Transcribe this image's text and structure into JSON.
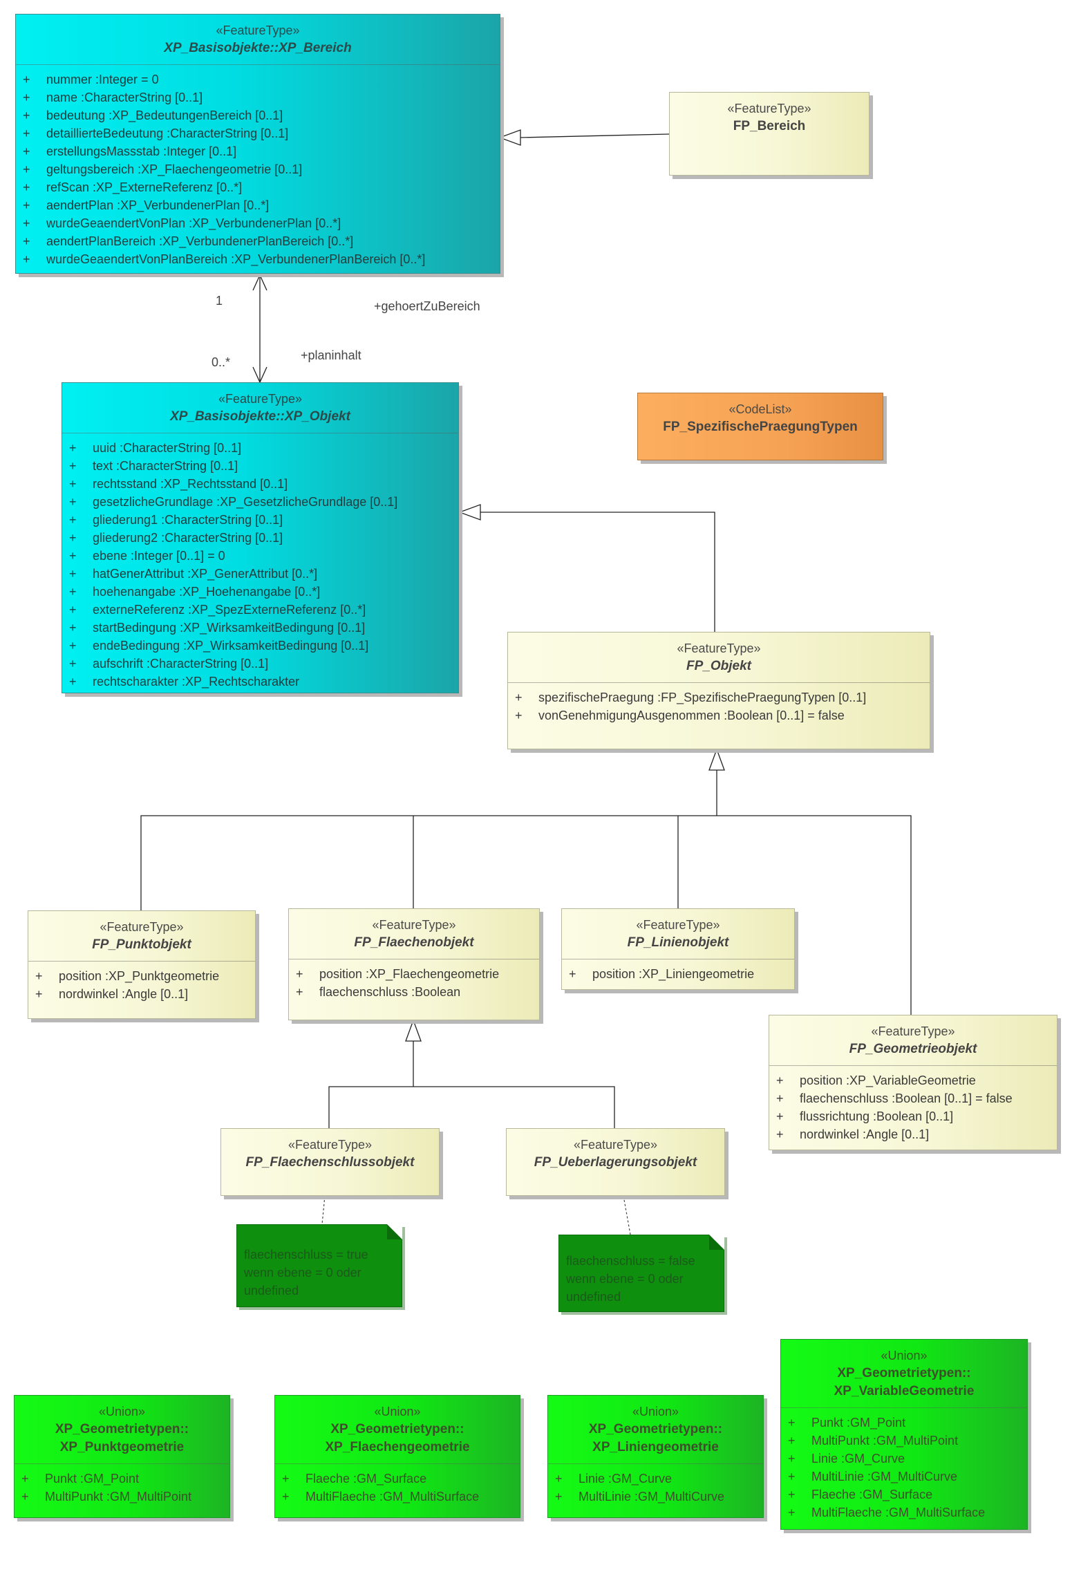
{
  "classes": {
    "xp_bereich": {
      "stereotype": "«FeatureType»",
      "name": "XP_Basisobjekte::XP_Bereich",
      "attributes": [
        {
          "vis": "+",
          "text": "nummer  :Integer = 0"
        },
        {
          "vis": "+",
          "text": "name  :CharacterString [0..1]"
        },
        {
          "vis": "+",
          "text": "bedeutung  :XP_BedeutungenBereich [0..1]"
        },
        {
          "vis": "+",
          "text": "detaillierteBedeutung  :CharacterString [0..1]"
        },
        {
          "vis": "+",
          "text": "erstellungsMassstab  :Integer [0..1]"
        },
        {
          "vis": "+",
          "text": "geltungsbereich  :XP_Flaechengeometrie [0..1]"
        },
        {
          "vis": "+",
          "text": "refScan  :XP_ExterneReferenz [0..*]"
        },
        {
          "vis": "+",
          "text": "aendertPlan  :XP_VerbundenerPlan [0..*]"
        },
        {
          "vis": "+",
          "text": "wurdeGeaendertVonPlan  :XP_VerbundenerPlan [0..*]"
        },
        {
          "vis": "+",
          "text": "aendertPlanBereich  :XP_VerbundenerPlanBereich [0..*]"
        },
        {
          "vis": "+",
          "text": "wurdeGeaendertVonPlanBereich  :XP_VerbundenerPlanBereich [0..*]"
        }
      ]
    },
    "fp_bereich": {
      "stereotype": "«FeatureType»",
      "name": "FP_Bereich"
    },
    "xp_objekt": {
      "stereotype": "«FeatureType»",
      "name": "XP_Basisobjekte::XP_Objekt",
      "attributes": [
        {
          "vis": "+",
          "text": "uuid  :CharacterString [0..1]"
        },
        {
          "vis": "+",
          "text": "text  :CharacterString [0..1]"
        },
        {
          "vis": "+",
          "text": "rechtsstand  :XP_Rechtsstand [0..1]"
        },
        {
          "vis": "+",
          "text": "gesetzlicheGrundlage  :XP_GesetzlicheGrundlage [0..1]"
        },
        {
          "vis": "+",
          "text": "gliederung1  :CharacterString [0..1]"
        },
        {
          "vis": "+",
          "text": "gliederung2  :CharacterString [0..1]"
        },
        {
          "vis": "+",
          "text": "ebene  :Integer [0..1] = 0"
        },
        {
          "vis": "+",
          "text": "hatGenerAttribut  :XP_GenerAttribut [0..*]"
        },
        {
          "vis": "+",
          "text": "hoehenangabe  :XP_Hoehenangabe [0..*]"
        },
        {
          "vis": "+",
          "text": "externeReferenz  :XP_SpezExterneReferenz [0..*]"
        },
        {
          "vis": "+",
          "text": "startBedingung  :XP_WirksamkeitBedingung [0..1]"
        },
        {
          "vis": "+",
          "text": "endeBedingung  :XP_WirksamkeitBedingung [0..1]"
        },
        {
          "vis": "+",
          "text": "aufschrift  :CharacterString [0..1]"
        },
        {
          "vis": "+",
          "text": "rechtscharakter  :XP_Rechtscharakter"
        }
      ]
    },
    "codelist": {
      "stereotype": "«CodeList»",
      "name": "FP_SpezifischePraegungTypen"
    },
    "fp_objekt": {
      "stereotype": "«FeatureType»",
      "name": "FP_Objekt",
      "attributes": [
        {
          "vis": "+",
          "text": "spezifischePraegung  :FP_SpezifischePraegungTypen [0..1]"
        },
        {
          "vis": "+",
          "text": "vonGenehmigungAusgenommen  :Boolean [0..1] = false"
        }
      ]
    },
    "fp_punktobjekt": {
      "stereotype": "«FeatureType»",
      "name": "FP_Punktobjekt",
      "attributes": [
        {
          "vis": "+",
          "text": "position  :XP_Punktgeometrie"
        },
        {
          "vis": "+",
          "text": "nordwinkel  :Angle [0..1]"
        }
      ]
    },
    "fp_flaechenobjekt": {
      "stereotype": "«FeatureType»",
      "name": "FP_Flaechenobjekt",
      "attributes": [
        {
          "vis": "+",
          "text": "position  :XP_Flaechengeometrie"
        },
        {
          "vis": "+",
          "text": "flaechenschluss  :Boolean"
        }
      ]
    },
    "fp_linienobjekt": {
      "stereotype": "«FeatureType»",
      "name": "FP_Linienobjekt",
      "attributes": [
        {
          "vis": "+",
          "text": "position  :XP_Liniengeometrie"
        }
      ]
    },
    "fp_geometrieobjekt": {
      "stereotype": "«FeatureType»",
      "name": "FP_Geometrieobjekt",
      "attributes": [
        {
          "vis": "+",
          "text": "position  :XP_VariableGeometrie"
        },
        {
          "vis": "+",
          "text": "flaechenschluss  :Boolean [0..1] = false"
        },
        {
          "vis": "+",
          "text": "flussrichtung  :Boolean [0..1]"
        },
        {
          "vis": "+",
          "text": "nordwinkel  :Angle [0..1]"
        }
      ]
    },
    "fp_flaechenschlussobjekt": {
      "stereotype": "«FeatureType»",
      "name": "FP_Flaechenschlussobjekt"
    },
    "fp_ueberlagerungsobjekt": {
      "stereotype": "«FeatureType»",
      "name": "FP_Ueberlagerungsobjekt"
    },
    "xp_punktgeometrie": {
      "stereotype": "«Union»",
      "name_line1": "XP_Geometrietypen::",
      "name_line2": "XP_Punktgeometrie",
      "attributes": [
        {
          "vis": "+",
          "text": "Punkt  :GM_Point"
        },
        {
          "vis": "+",
          "text": "MultiPunkt  :GM_MultiPoint"
        }
      ]
    },
    "xp_flaechengeometrie": {
      "stereotype": "«Union»",
      "name_line1": "XP_Geometrietypen::",
      "name_line2": "XP_Flaechengeometrie",
      "attributes": [
        {
          "vis": "+",
          "text": "Flaeche  :GM_Surface"
        },
        {
          "vis": "+",
          "text": "MultiFlaeche  :GM_MultiSurface"
        }
      ]
    },
    "xp_liniengeometrie": {
      "stereotype": "«Union»",
      "name_line1": "XP_Geometrietypen::",
      "name_line2": "XP_Liniengeometrie",
      "attributes": [
        {
          "vis": "+",
          "text": "Linie  :GM_Curve"
        },
        {
          "vis": "+",
          "text": "MultiLinie  :GM_MultiCurve"
        }
      ]
    },
    "xp_variablegeometrie": {
      "stereotype": "«Union»",
      "name_line1": "XP_Geometrietypen::",
      "name_line2": "XP_VariableGeometrie",
      "attributes": [
        {
          "vis": "+",
          "text": "Punkt  :GM_Point"
        },
        {
          "vis": "+",
          "text": "MultiPunkt  :GM_MultiPoint"
        },
        {
          "vis": "+",
          "text": "Linie  :GM_Curve"
        },
        {
          "vis": "+",
          "text": "MultiLinie  :GM_MultiCurve"
        },
        {
          "vis": "+",
          "text": "Flaeche  :GM_Surface"
        },
        {
          "vis": "+",
          "text": "MultiFlaeche  :GM_MultiSurface"
        }
      ]
    }
  },
  "association": {
    "mult_bereich": "1",
    "mult_objekt": "0..*",
    "role_bereich": "+gehoertZuBereich",
    "role_objekt": "+planinhalt"
  },
  "notes": {
    "note_flaechenschluss": {
      "lines": [
        "flaechenschluss = true",
        "wenn ebene = 0 oder",
        "undefined"
      ]
    },
    "note_ueberlagerung": {
      "lines": [
        "flaechenschluss = false",
        "wenn ebene = 0 oder",
        "undefined"
      ]
    }
  }
}
